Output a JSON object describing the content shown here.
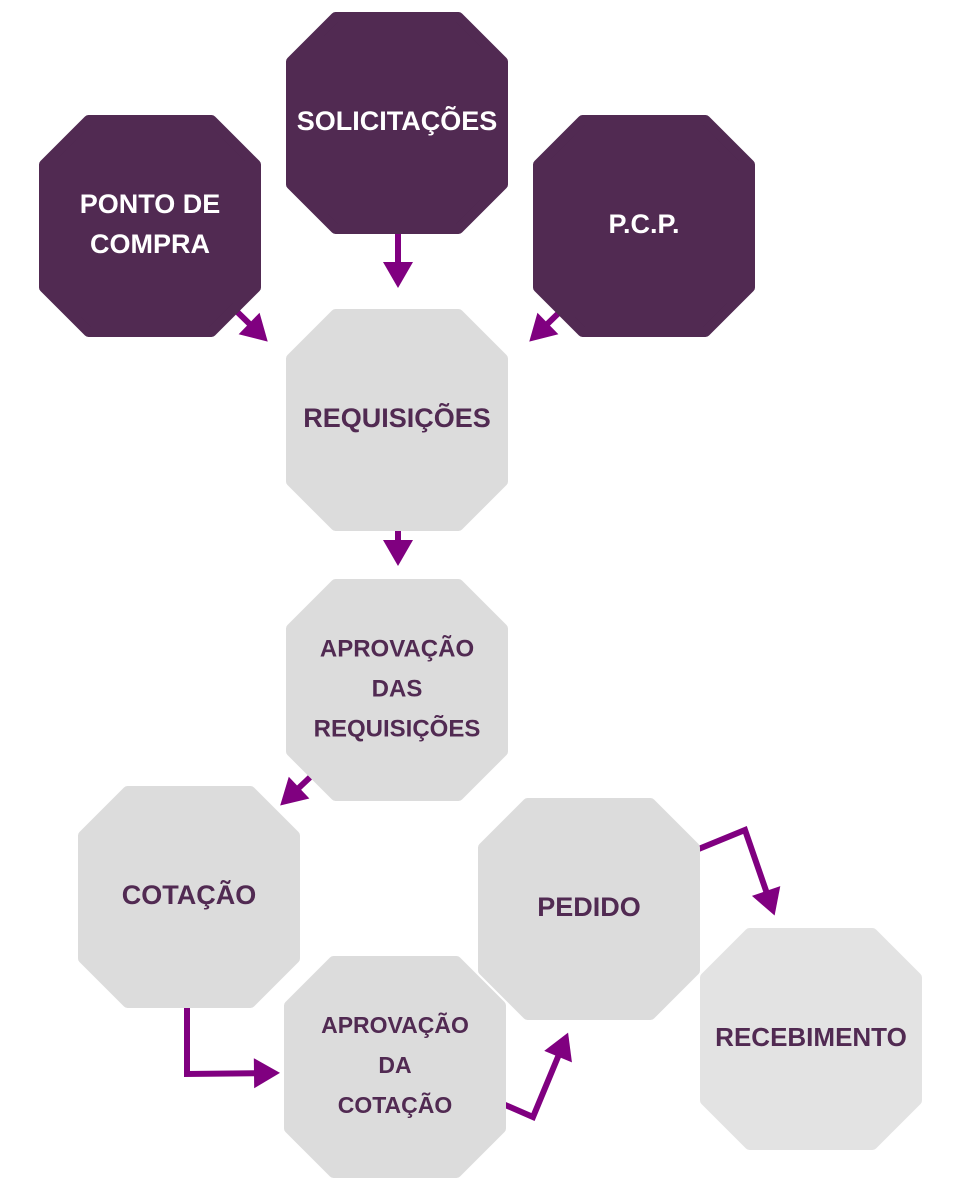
{
  "colors": {
    "dark_fill": "#512a52",
    "dark_text": "#ffffff",
    "light_fill": "#dcdcdc",
    "light_fill_alt": "#e3e3e3",
    "light_text": "#512a52",
    "arrow": "#800080"
  },
  "nodes": [
    {
      "id": "ponto-de-compra",
      "lines": [
        "PONTO DE",
        "COMPRA"
      ],
      "style": "dark"
    },
    {
      "id": "solicitacoes",
      "lines": [
        "SOLICITAÇÕES"
      ],
      "style": "dark"
    },
    {
      "id": "pcp",
      "lines": [
        "P.C.P."
      ],
      "style": "dark"
    },
    {
      "id": "requisicoes",
      "lines": [
        "REQUISIÇÕES"
      ],
      "style": "light"
    },
    {
      "id": "aprovacao-das-requisicoes",
      "lines": [
        "APROVAÇÃO",
        "DAS",
        "REQUISIÇÕES"
      ],
      "style": "light"
    },
    {
      "id": "cotacao",
      "lines": [
        "COTAÇÃO"
      ],
      "style": "light"
    },
    {
      "id": "aprovacao-da-cotacao",
      "lines": [
        "APROVAÇÃO",
        "DA",
        "COTAÇÃO"
      ],
      "style": "light"
    },
    {
      "id": "pedido",
      "lines": [
        "PEDIDO"
      ],
      "style": "light"
    },
    {
      "id": "recebimento",
      "lines": [
        "RECEBIMENTO"
      ],
      "style": "light-alt"
    }
  ],
  "edges": [
    {
      "from": "ponto-de-compra",
      "to": "requisicoes"
    },
    {
      "from": "solicitacoes",
      "to": "requisicoes"
    },
    {
      "from": "pcp",
      "to": "requisicoes"
    },
    {
      "from": "requisicoes",
      "to": "aprovacao-das-requisicoes"
    },
    {
      "from": "aprovacao-das-requisicoes",
      "to": "cotacao"
    },
    {
      "from": "cotacao",
      "to": "aprovacao-da-cotacao"
    },
    {
      "from": "aprovacao-da-cotacao",
      "to": "pedido"
    },
    {
      "from": "pedido",
      "to": "recebimento"
    }
  ]
}
